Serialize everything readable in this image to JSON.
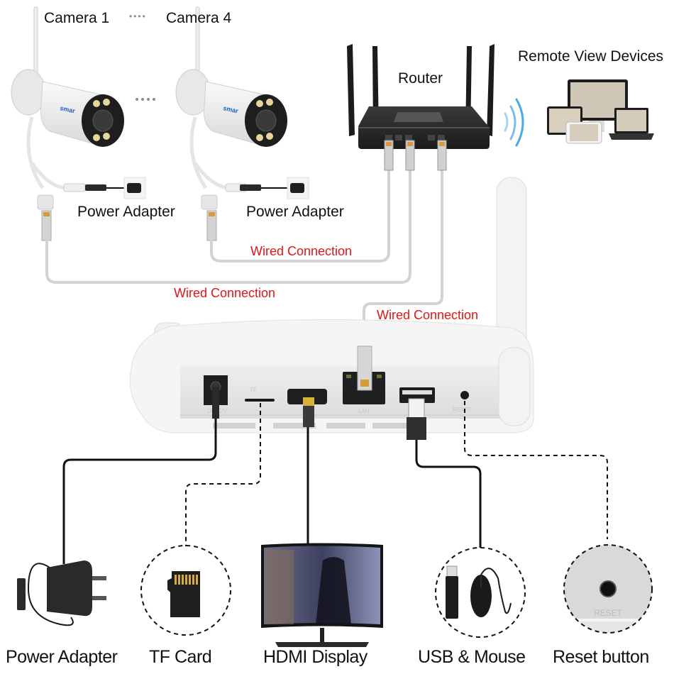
{
  "diagram": {
    "title_items": {
      "camera_first": "Camera 1",
      "camera_sep": "••••",
      "camera_last": "Camera 4",
      "router": "Router",
      "remote_devices": "Remote View Devices",
      "camera_power_1": "Power Adapter",
      "camera_power_2": "Power Adapter",
      "camera_brand": "smar"
    },
    "connections": {
      "wired_1": "Wired Connection",
      "wired_2": "Wired Connection",
      "wired_3": "Wired Connection"
    },
    "nvr_ports": {
      "dc": "DC 12V",
      "tf": "TF",
      "lan": "LAN",
      "reset": "RESET"
    },
    "peripherals": [
      {
        "label": "Power Adapter",
        "icon": "power-adapter-icon",
        "connection": "solid"
      },
      {
        "label": "TF Card",
        "icon": "tf-card-icon",
        "connection": "dashed"
      },
      {
        "label": "HDMI Display",
        "icon": "monitor-icon",
        "connection": "solid"
      },
      {
        "label": "USB & Mouse",
        "icon": "usb-mouse-icon",
        "connection": "solid"
      },
      {
        "label": "Reset button",
        "icon": "reset-button-icon",
        "connection": "dashed"
      }
    ],
    "reset_zoom_text": "RESET",
    "colors": {
      "accent_red": "#e01515",
      "wifi_blue": "#4aa8e8",
      "cable_gray": "#d5d5d5",
      "device_white": "#f2f2f2",
      "dark": "#1a1a1a"
    }
  }
}
